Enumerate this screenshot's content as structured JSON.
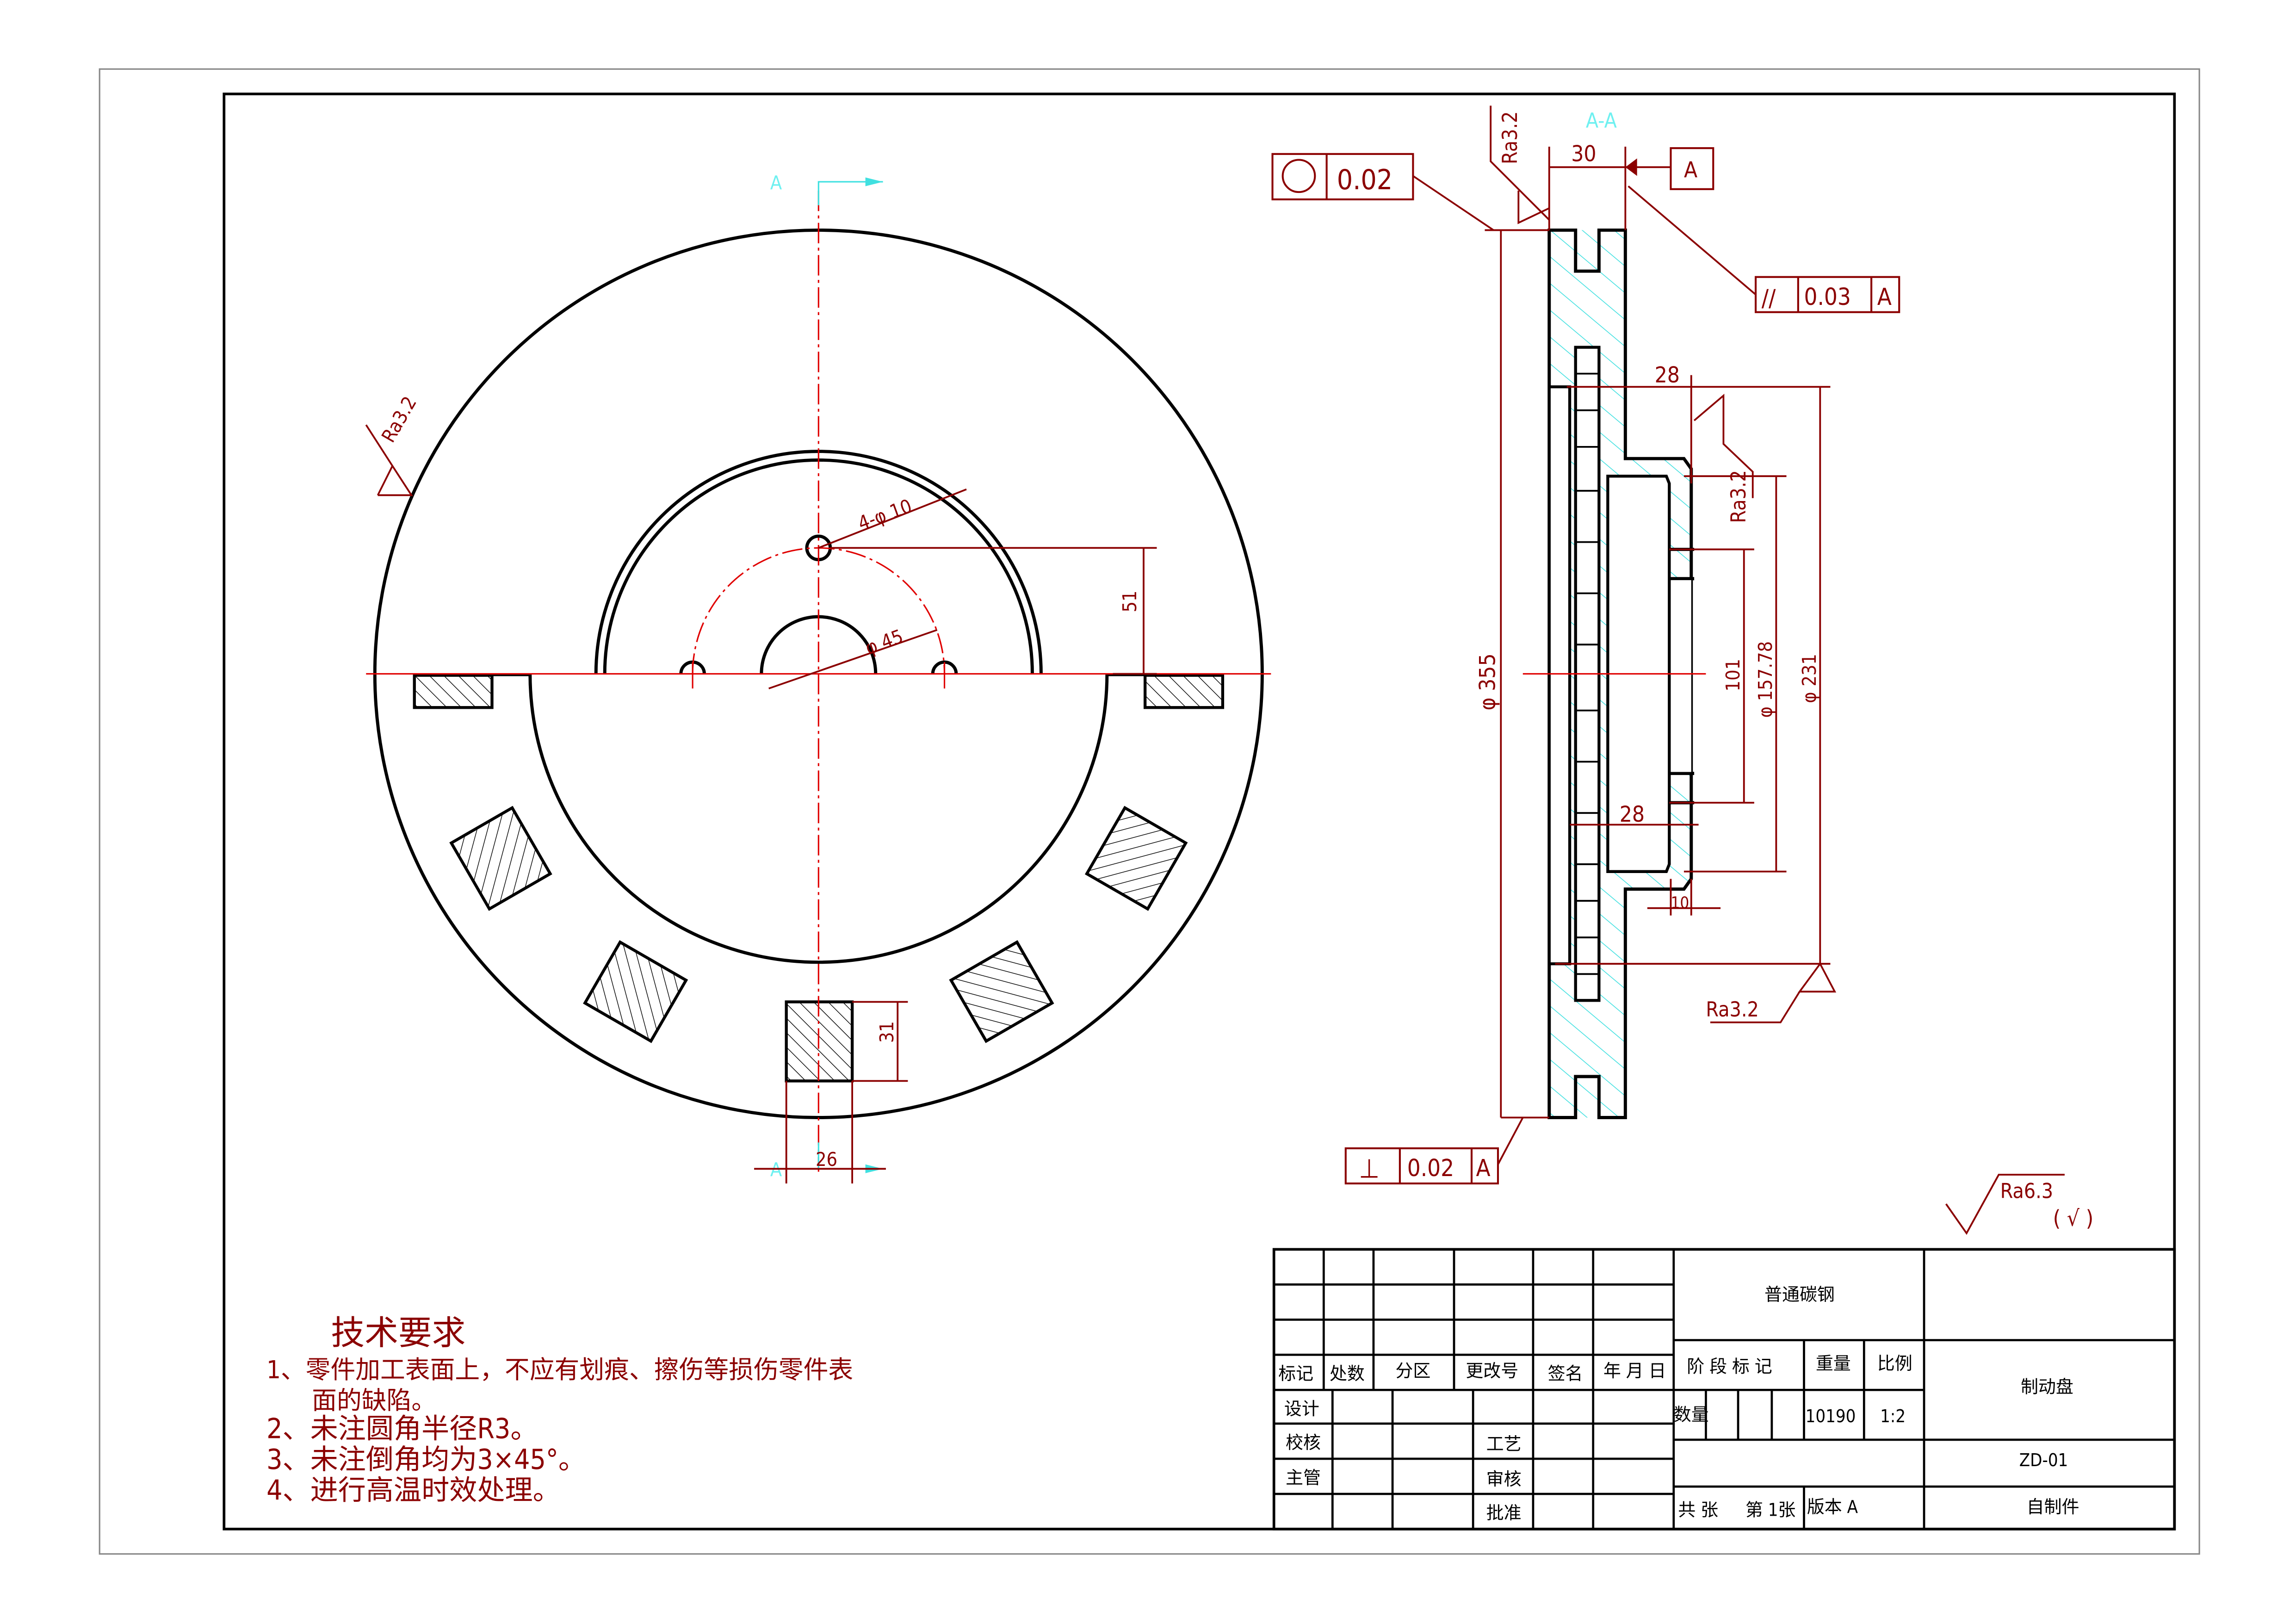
{
  "drawing": {
    "front_view": {
      "section_mark_top": "A",
      "section_mark_bottom": "A",
      "roughness_left": "Ra3.2",
      "hole_pattern": "4-φ 10",
      "center_hole": "φ 45",
      "dim_51": "51",
      "dim_31": "31",
      "dim_26": "26"
    },
    "section_view": {
      "title": "A-A",
      "roundness_symbol": "○",
      "roundness_value": "0.02",
      "roughness_top": "Ra3.2",
      "dim_30": "30",
      "datum": "A",
      "parallel_symbol": "//",
      "parallel_value": "0.03",
      "parallel_datum": "A",
      "dim_28_top": "28",
      "roughness_hub": "Ra3.2",
      "dia_355": "φ 355",
      "dim_101": "101",
      "dia_157": "φ 157.78",
      "dia_231": "φ 231",
      "dim_28_bottom": "28",
      "dim_10": "10",
      "roughness_bottom": "Ra3.2",
      "perp_symbol": "⊥",
      "perp_value": "0.02",
      "perp_datum": "A"
    },
    "general_roughness": {
      "value": "Ra6.3",
      "suffix": "( √ )"
    }
  },
  "tech_requirements": {
    "title": "技术要求",
    "items": [
      "1、零件加工表面上，不应有划痕、擦伤等损伤零件表",
      "面的缺陷。",
      "2、未注圆角半径R3。",
      "3、未注倒角均为3×45°。",
      "4、进行高温时效处理。"
    ]
  },
  "title_block": {
    "header": [
      "标记",
      "处数",
      "分区",
      "更改号",
      "签名",
      "年 月 日"
    ],
    "design": "设计",
    "check": "校核",
    "supervisor": "主管",
    "process": "工艺",
    "review": "审核",
    "approve": "批准",
    "material": "普通碳钢",
    "stage_mark": "阶 段 标 记",
    "weight_label": "重量",
    "scale_label": "比例",
    "quantity_label": "数量",
    "weight": "10190",
    "scale": "1:2",
    "sheets": "共  张",
    "sheet_no": "第 1张",
    "version": "版本  A",
    "part_name": "制动盘",
    "drawing_no": "ZD-01",
    "source": "自制件"
  },
  "colors": {
    "dimension": "#8b0000",
    "center_line": "#e00000",
    "hatch": "#40e0e0",
    "outline": "#000000"
  }
}
